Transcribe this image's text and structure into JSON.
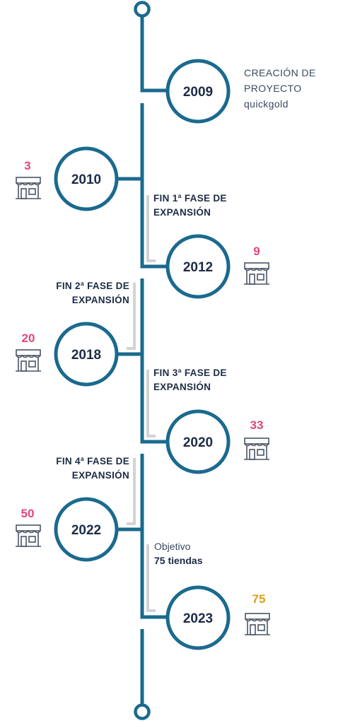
{
  "colors": {
    "line": "#1a6a8e",
    "guide": "#d3d3d3",
    "year_text": "#1d2b45",
    "count_pink": "#e2457b",
    "count_gold": "#d9a21b",
    "icon": "#4a5566"
  },
  "milestones": [
    {
      "year": "2009",
      "label_lines": [
        "CREACIÓN DE",
        "PROYECTO",
        "quickgold"
      ]
    },
    {
      "year": "2010",
      "store_count": "3"
    },
    {
      "year": "2012",
      "store_count": "9",
      "phase_lines": [
        "FIN 1ª FASE DE",
        "EXPANSIÓN"
      ]
    },
    {
      "year": "2018",
      "store_count": "20",
      "phase_lines": [
        "FIN 2ª FASE DE",
        "EXPANSIÓN"
      ]
    },
    {
      "year": "2020",
      "store_count": "33",
      "phase_lines": [
        "FIN 3ª FASE DE",
        "EXPANSIÓN"
      ]
    },
    {
      "year": "2022",
      "store_count": "50",
      "phase_lines": [
        "FIN 4ª FASE DE",
        "EXPANSIÓN"
      ]
    },
    {
      "year": "2023",
      "store_count": "75",
      "goal_lines": [
        "Objetivo",
        "75 tiendas"
      ]
    }
  ],
  "icons": {
    "store": "store-icon",
    "endpoint": "circle-endpoint"
  }
}
